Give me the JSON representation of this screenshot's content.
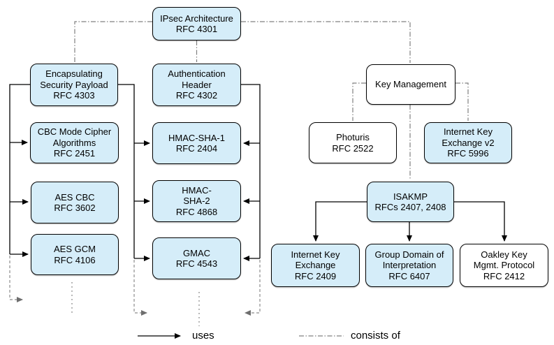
{
  "nodes": {
    "ipsec_architecture": {
      "label": "IPsec Architecture\nRFC 4301"
    },
    "esp": {
      "label": "Encapsulating\nSecurity Payload\nRFC 4303"
    },
    "cbc_mode": {
      "label": "CBC Mode Cipher\nAlgorithms\nRFC 2451"
    },
    "aes_cbc": {
      "label": "AES CBC\nRFC 3602"
    },
    "aes_gcm": {
      "label": "AES GCM\nRFC 4106"
    },
    "auth_header": {
      "label": "Authentication\nHeader\nRFC 4302"
    },
    "hmac_sha1": {
      "label": "HMAC-SHA-1\nRFC 2404"
    },
    "hmac_sha2": {
      "label": "HMAC-\nSHA-2\nRFC 4868"
    },
    "gmac": {
      "label": "GMAC\nRFC 4543"
    },
    "key_management": {
      "label": "Key Management"
    },
    "photuris": {
      "label": "Photuris\nRFC 2522"
    },
    "ike_v2": {
      "label": "Internet Key\nExchange v2\nRFC 5996"
    },
    "isakmp": {
      "label": "ISAKMP\nRFCs 2407, 2408"
    },
    "ike": {
      "label": "Internet Key\nExchange\nRFC 2409"
    },
    "gdoi": {
      "label": "Group Domain of\nInterpretation\nRFC 6407"
    },
    "oakley": {
      "label": "Oakley Key\nMgmt. Protocol\nRFC 2412"
    }
  },
  "legend": {
    "uses_label": "uses",
    "consists_of_label": "consists of"
  },
  "colors": {
    "node_fill_blue": "#d5edf9",
    "node_fill_white": "#ffffff",
    "node_border": "#000000",
    "uses_line": "#000000",
    "consists_of_line": "#808080",
    "continuation_line": "#8c8c8c"
  }
}
